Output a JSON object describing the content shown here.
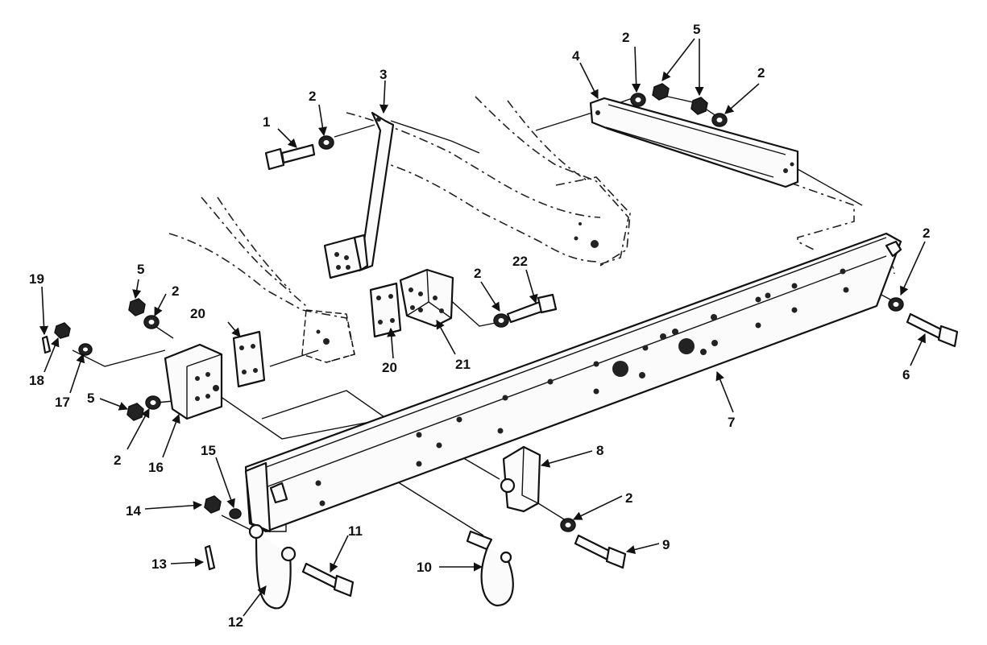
{
  "diagram": {
    "callouts": {
      "c1": "1",
      "c2a": "2",
      "c3": "3",
      "c4": "4",
      "c2b": "2",
      "c5a": "5",
      "c2c": "2",
      "c2d": "2",
      "c6": "6",
      "c7": "7",
      "c22": "22",
      "c2e": "2",
      "c21": "21",
      "c20a": "20",
      "c20b": "20",
      "c5b": "5",
      "c2f": "2",
      "c19": "19",
      "c18": "18",
      "c17": "17",
      "c5c": "5",
      "c2g": "2",
      "c16": "16",
      "c8": "8",
      "c2h": "2",
      "c9": "9",
      "c15": "15",
      "c14": "14",
      "c13": "13",
      "c12": "12",
      "c11": "11",
      "c10": "10"
    }
  }
}
